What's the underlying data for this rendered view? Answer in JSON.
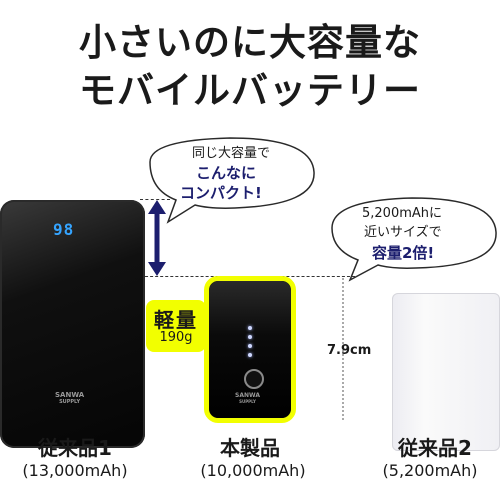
{
  "headline": {
    "line1": "小さいのに大容量な",
    "line2": "モバイルバッテリー"
  },
  "bubble_left": {
    "line1": "同じ大容量で",
    "line2": "こんなに",
    "line3": "コンパクト!"
  },
  "bubble_right": {
    "line1": "5,200mAhに",
    "line2": "近いサイズで",
    "line3": "容量2倍!"
  },
  "devices": {
    "conventional_large": {
      "display": "98",
      "logo_line1": "SANWA",
      "logo_line2": "SUPPLY"
    },
    "product": {
      "logo_line1": "SANWA",
      "logo_line2": "SUPPLY"
    }
  },
  "weight_badge": {
    "label": "軽量",
    "value": "190g"
  },
  "dimension_label": "7.9cm",
  "captions": [
    {
      "title": "従来品1",
      "capacity": "(13,000mAh)"
    },
    {
      "title": "本製品",
      "capacity": "(10,000mAh)"
    },
    {
      "title": "従来品2",
      "capacity": "(5,200mAh)"
    }
  ],
  "colors": {
    "accent_yellow": "#f2ff00",
    "arrow_navy": "#1c1e6e",
    "led_blue": "#35a4ff"
  }
}
